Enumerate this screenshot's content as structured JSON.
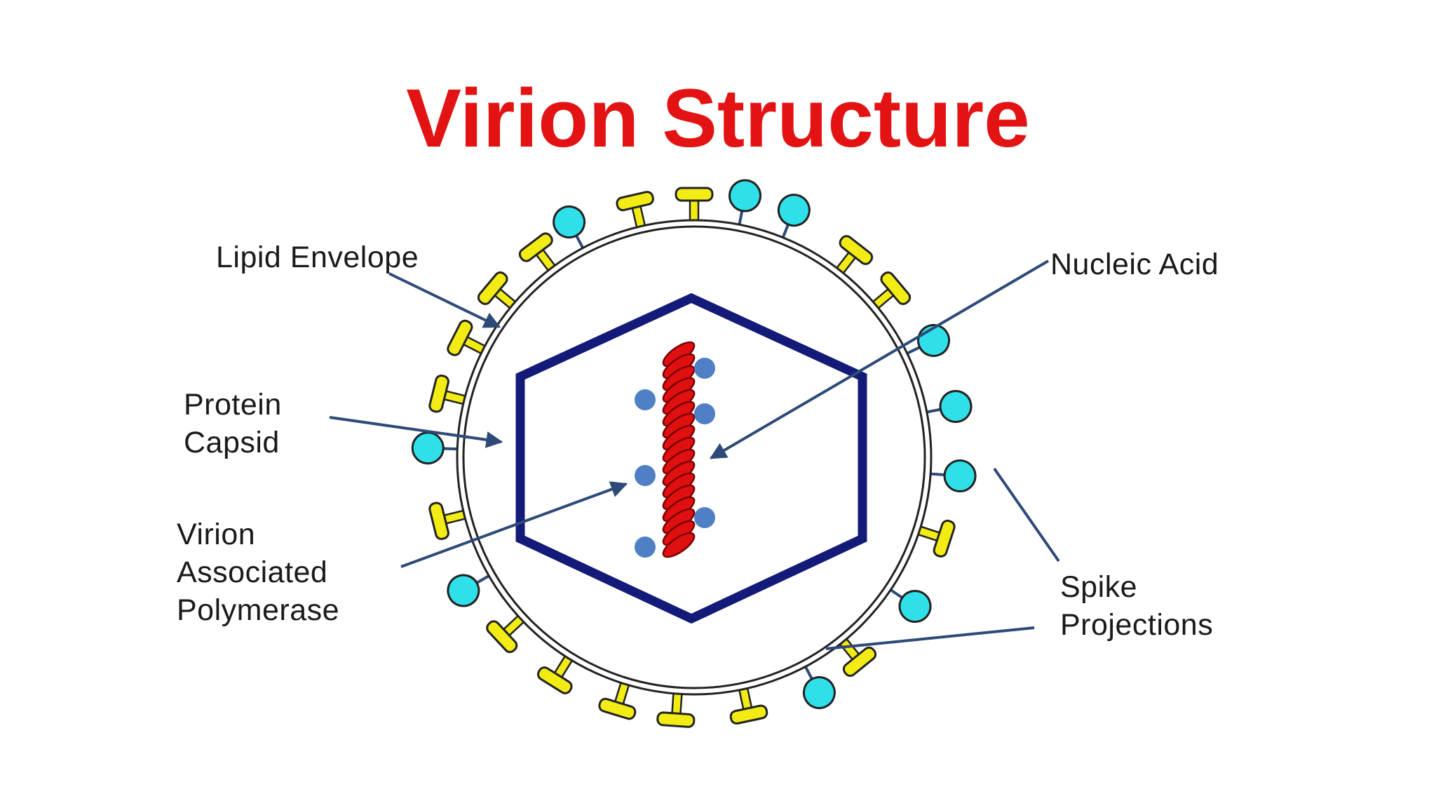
{
  "title": "Virion Structure",
  "labels": {
    "lipid_envelope": "Lipid Envelope",
    "protein_capsid": [
      "Protein",
      "Capsid"
    ],
    "virion_polymerase": [
      "Virion",
      "Associated",
      "Polymerase"
    ],
    "nucleic_acid": "Nucleic Acid",
    "spike_projections": [
      "Spike",
      "Projections"
    ]
  },
  "colors": {
    "title": "#e31313",
    "envelope": "#222222",
    "capsid": "#141a78",
    "nucleic_acid": "#e01010",
    "polymerase": "#4f7fc4",
    "spike_yellow": "#f2ec14",
    "spike_cyan": "#2fe0ea",
    "pointer": "#2e4a78"
  }
}
